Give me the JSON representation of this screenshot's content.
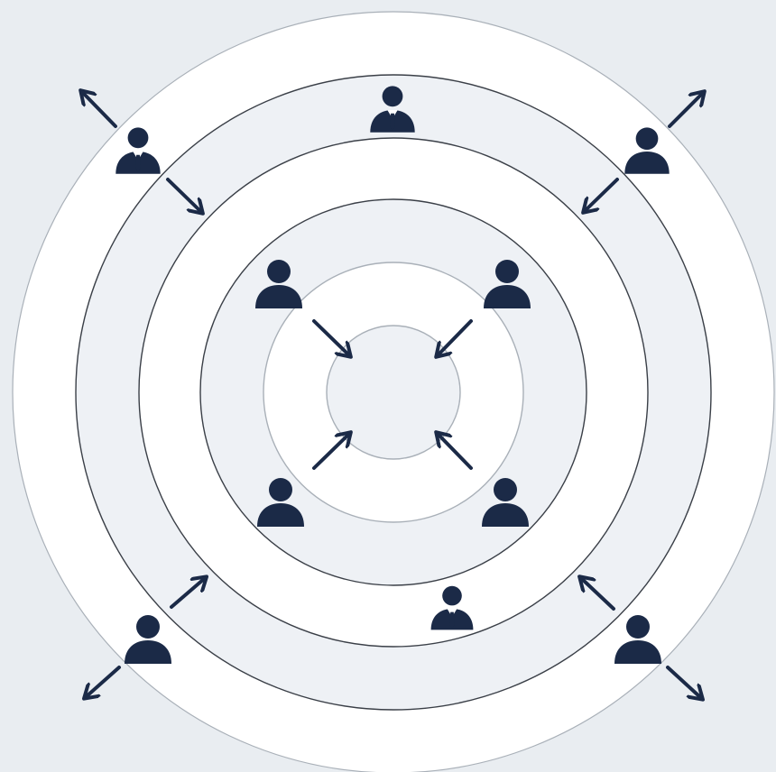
{
  "colors": {
    "background": "#e9edf1",
    "ring_light": "#ffffff",
    "ring_shade": "#eef1f5",
    "ring_stroke": "#3a3f47",
    "ring_stroke_faint": "#a9b0b8",
    "figure": "#1b2a47",
    "arrow": "#1b2a47"
  },
  "rings": [
    {
      "name": "outer-ring",
      "fill": "ring_light",
      "stroke": "ring_stroke_faint"
    },
    {
      "name": "ring-2",
      "fill": "ring_shade",
      "stroke": "ring_stroke"
    },
    {
      "name": "ring-3",
      "fill": "ring_light",
      "stroke": "ring_stroke"
    },
    {
      "name": "ring-4",
      "fill": "ring_shade",
      "stroke": "ring_stroke"
    },
    {
      "name": "ring-5",
      "fill": "ring_light",
      "stroke": "ring_stroke_faint"
    },
    {
      "name": "core-circle",
      "fill": "ring_shade",
      "stroke": "ring_stroke_faint"
    }
  ],
  "figures": [
    {
      "name": "person-icon-top-left",
      "kind": "business-person-icon"
    },
    {
      "name": "person-icon-top-center",
      "kind": "business-person-icon"
    },
    {
      "name": "person-icon-top-right",
      "kind": "person-icon"
    },
    {
      "name": "person-icon-inner-top-left",
      "kind": "person-icon"
    },
    {
      "name": "person-icon-inner-top-right",
      "kind": "person-icon"
    },
    {
      "name": "person-icon-inner-bottom-left",
      "kind": "person-icon"
    },
    {
      "name": "person-icon-inner-bottom-right",
      "kind": "person-icon"
    },
    {
      "name": "person-icon-bottom-center",
      "kind": "business-person-icon"
    },
    {
      "name": "person-icon-bottom-left",
      "kind": "person-icon"
    },
    {
      "name": "person-icon-bottom-right",
      "kind": "person-icon"
    }
  ],
  "arrows": [
    {
      "name": "arrow-outward-top-left",
      "direction": "outward"
    },
    {
      "name": "arrow-inward-top-left",
      "direction": "inward"
    },
    {
      "name": "arrow-outward-top-right",
      "direction": "outward"
    },
    {
      "name": "arrow-inward-top-right",
      "direction": "inward"
    },
    {
      "name": "arrow-to-core-top-left",
      "direction": "inward"
    },
    {
      "name": "arrow-to-core-top-right",
      "direction": "inward"
    },
    {
      "name": "arrow-to-core-bottom-left",
      "direction": "inward"
    },
    {
      "name": "arrow-to-core-bottom-right",
      "direction": "inward"
    },
    {
      "name": "arrow-inward-bottom-left",
      "direction": "inward"
    },
    {
      "name": "arrow-outward-bottom-left",
      "direction": "outward"
    },
    {
      "name": "arrow-inward-bottom-right",
      "direction": "inward"
    },
    {
      "name": "arrow-outward-bottom-right",
      "direction": "outward"
    }
  ]
}
